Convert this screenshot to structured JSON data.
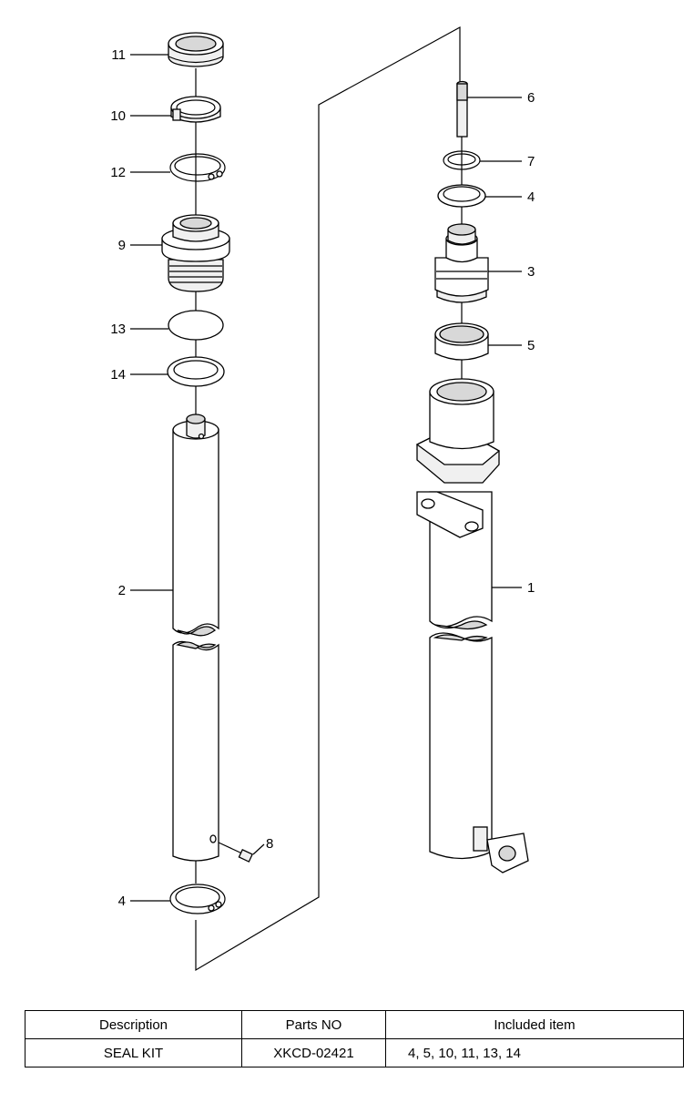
{
  "callouts": {
    "n1": "1",
    "n2": "2",
    "n3": "3",
    "n4a": "4",
    "n4b": "4",
    "n5": "5",
    "n6": "6",
    "n7": "7",
    "n8": "8",
    "n9": "9",
    "n10": "10",
    "n11": "11",
    "n12": "12",
    "n13": "13",
    "n14": "14"
  },
  "table": {
    "headers": {
      "description": "Description",
      "parts_no": "Parts NO",
      "included": "Included item"
    },
    "rows": [
      {
        "description": "SEAL KIT",
        "parts_no": "XKCD-02421",
        "included": "4, 5, 10, 11, 13, 14"
      }
    ]
  }
}
